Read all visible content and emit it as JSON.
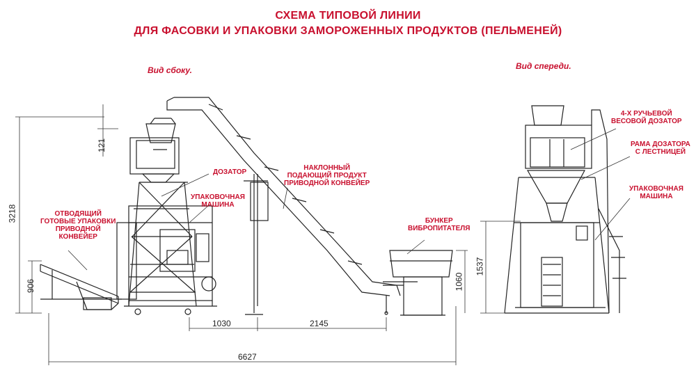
{
  "title": {
    "line1": "СХЕМА ТИПОВОЙ ЛИНИИ",
    "line2": "ДЛЯ ФАСОВКИ И УПАКОВКИ ЗАМОРОЖЕННЫХ ПРОДУКТОВ (ПЕЛЬМЕНЕЙ)"
  },
  "views": {
    "side": "Вид сбоку.",
    "front": "Вид спереди."
  },
  "side_labels": {
    "dozator": "ДОЗАТОР",
    "packing_machine": "УПАКОВОЧНАЯ\nМАШИНА",
    "incline_conveyor": "НАКЛОННЫЙ\nПОДАЮЩИЙ ПРОДУКТ\nПРИВОДНОЙ КОНВЕЙЕР",
    "output_conveyor": "ОТВОДЯЩИЙ\nГОТОВЫЕ УПАКОВКИ\nПРИВОДНОЙ\nКОНВЕЙЕР",
    "hopper": "БУНКЕР\nВИБРОПИТАТЕЛЯ"
  },
  "front_labels": {
    "weigher": "4-Х РУЧЬЕВОЙ\nВЕСОВОЙ ДОЗАТОР",
    "frame": "РАМА ДОЗАТОРА\nС ЛЕСТНИЦЕЙ",
    "packing_machine": "УПАКОВОЧНАЯ\nМАШИНА"
  },
  "dimensions": {
    "total_height": "3218",
    "top_offset": "121",
    "conveyor_height": "906",
    "gap_1": "1030",
    "gap_2": "2145",
    "total_length": "6627",
    "hopper_height": "1060",
    "front_height": "1537"
  },
  "colors": {
    "label": "#c8102e",
    "line": "#222222"
  }
}
